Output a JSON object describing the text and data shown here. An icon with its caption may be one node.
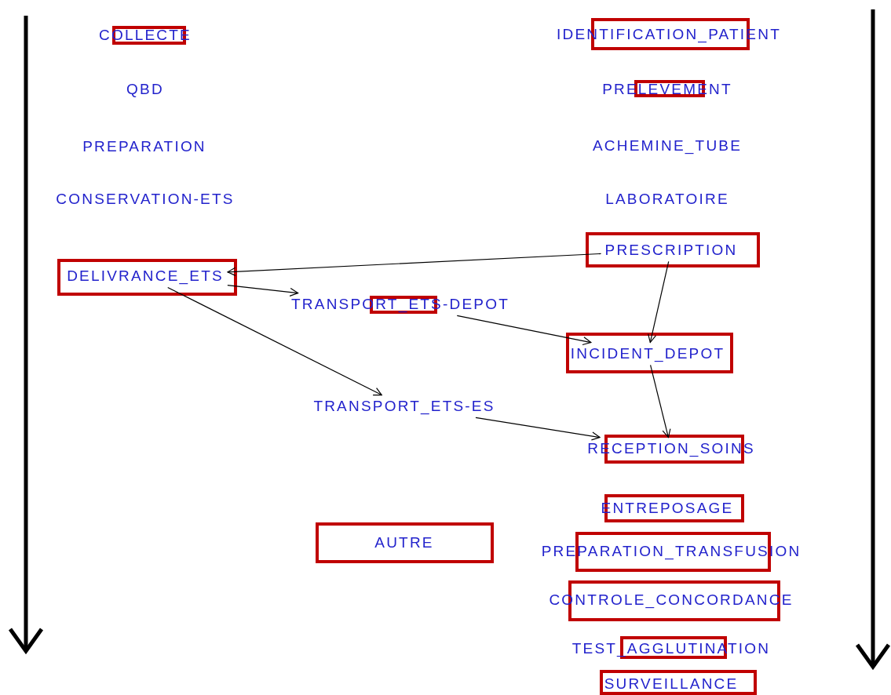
{
  "diagram": {
    "nodes": [
      {
        "text": [
          "COLLECTE"
        ]
      },
      {
        "text": [
          "IDENTIFICATION_PATIENT"
        ]
      },
      {
        "text": [
          "QBD"
        ]
      },
      {
        "text": [
          "PRELEVEMENT"
        ]
      },
      {
        "text": [
          "PREPARATION"
        ]
      },
      {
        "text": [
          "ACHEMINE_TUBE"
        ]
      },
      {
        "text": [
          "CONSERVATION-ETS"
        ]
      },
      {
        "text": [
          "LABORATOIRE"
        ]
      },
      {
        "text": [
          "PRESCRIPTION"
        ]
      },
      {
        "text": [
          "DELIVRANCE_ETS"
        ]
      },
      {
        "text": [
          "TRANSPORT_ETS-DEPOT"
        ]
      },
      {
        "text": [
          "INCIDENT_DEPOT"
        ]
      },
      {
        "text": [
          "TRANSPORT_ETS-ES"
        ]
      },
      {
        "text": [
          "RECEPTION_SOINS"
        ]
      },
      {
        "text": [
          "ENTREPOSAGE"
        ]
      },
      {
        "text": [
          "AUTRE"
        ]
      },
      {
        "text": [
          "PREPARATION_TRANSFUSION"
        ]
      },
      {
        "text": [
          "CONTROLE_CONCORDANCE"
        ]
      },
      {
        "text": [
          "TEST_AGGLUTINATION"
        ]
      },
      {
        "text": [
          "SURVEILLANCE"
        ]
      }
    ],
    "edges": [
      {
        "from": 8,
        "to": 9,
        "arrow": "to"
      },
      {
        "from": 8,
        "to": 11,
        "arrow": "to"
      },
      {
        "from": 9,
        "to": 10,
        "arrow": "to"
      },
      {
        "from": 9,
        "to": 12,
        "arrow": "to"
      },
      {
        "from": 10,
        "to": 11,
        "arrow": "to"
      },
      {
        "from": 11,
        "to": 13,
        "arrow": "to"
      },
      {
        "from": 12,
        "to": 13,
        "arrow": "to"
      }
    ]
  }
}
